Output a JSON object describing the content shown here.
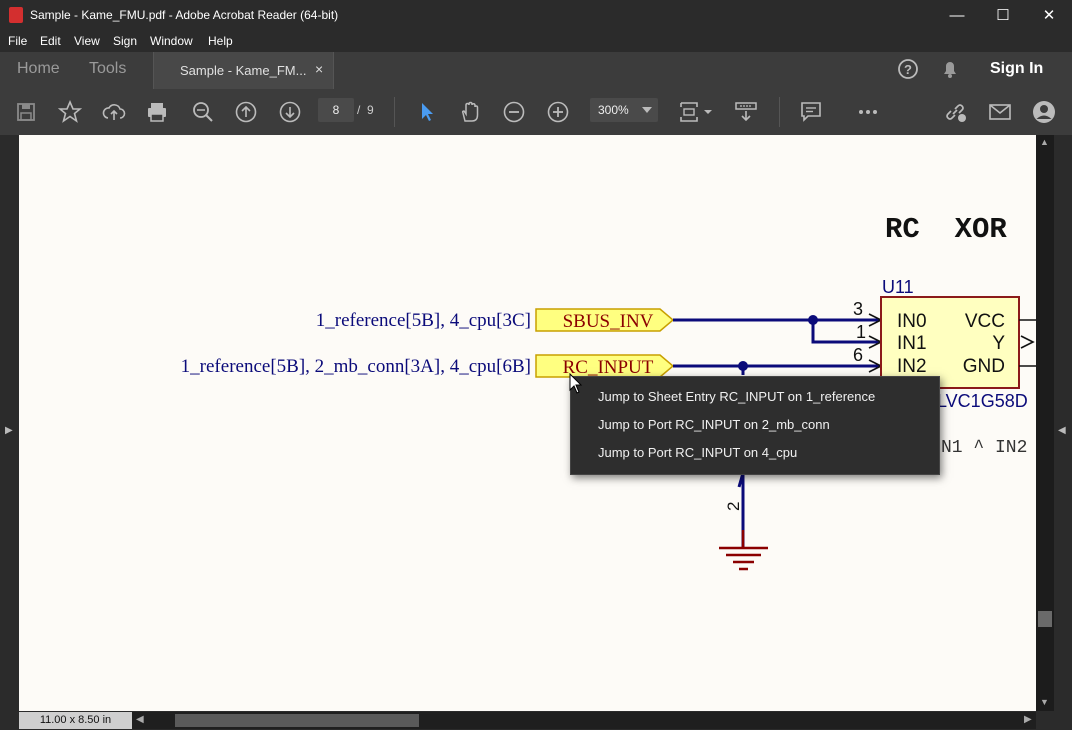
{
  "window": {
    "title": "Sample - Kame_FMU.pdf - Adobe Acrobat Reader (64-bit)",
    "minimize": "—",
    "maximize": "☐",
    "close": "✕"
  },
  "menu": [
    "File",
    "Edit",
    "View",
    "Sign",
    "Window",
    "Help"
  ],
  "tabs": {
    "home": "Home",
    "tools": "Tools",
    "document": "Sample - Kame_FM...",
    "close": "×",
    "sign_in": "Sign In"
  },
  "toolbar": {
    "page_current": "8",
    "page_sep": "/",
    "page_total": "9",
    "zoom": "300%"
  },
  "schematic": {
    "heading": "RC  XOR",
    "ref": "U11",
    "sbus_refs": "1_reference[5B], 4_cpu[3C]",
    "sbus_port": "SBUS_INV",
    "rc_refs": "1_reference[5B], 2_mb_conn[3A], 4_cpu[6B]",
    "rc_port": "RC_INPUT",
    "pin3": "3",
    "pin1": "1",
    "pin6": "6",
    "pin2": "2",
    "in0": "IN0",
    "in1": "IN1",
    "in2": "IN2",
    "vcc": "VCC",
    "y": "Y",
    "gnd": "GND",
    "part_partial": "LVC1G58D",
    "formula_partial": "N1 ^ IN2"
  },
  "context_menu": [
    "Jump to Sheet Entry RC_INPUT on 1_reference",
    "Jump to Port RC_INPUT on 2_mb_conn",
    "Jump to Port RC_INPUT on 4_cpu"
  ],
  "status": {
    "page_size": "11.00 x 8.50 in"
  },
  "colors": {
    "wire": "#0b0b7a",
    "port_fill": "#ffff80",
    "port_text": "#8b0000",
    "chip_border": "#8b1a1a",
    "chip_fill": "#ffffc0",
    "ground": "#8b0000",
    "accent": "#4a9cf2"
  }
}
